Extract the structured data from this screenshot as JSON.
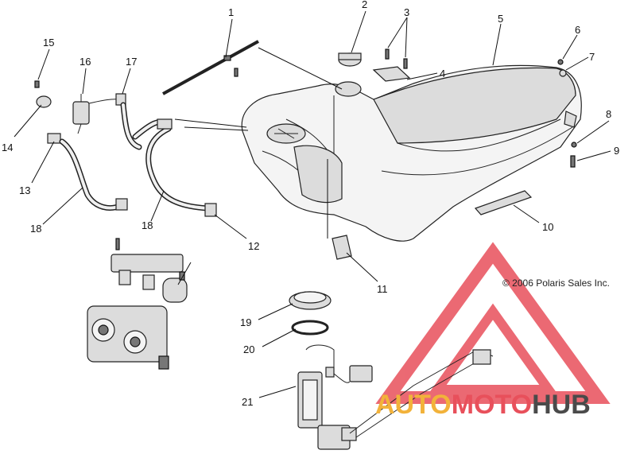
{
  "copyright": "© 2006 Polaris Sales Inc.",
  "watermark": {
    "part1": "AUTO",
    "part2": "MOTO",
    "part3": "HUB",
    "colors": {
      "auto": "#f2b23a",
      "moto": "#e8505b",
      "hub": "#4a4a4a",
      "triangle": "#e8505b"
    }
  },
  "callouts": [
    {
      "id": "1",
      "text": "1"
    },
    {
      "id": "2",
      "text": "2"
    },
    {
      "id": "3",
      "text": "3"
    },
    {
      "id": "4",
      "text": "4"
    },
    {
      "id": "5",
      "text": "5"
    },
    {
      "id": "6",
      "text": "6"
    },
    {
      "id": "7",
      "text": "7"
    },
    {
      "id": "8",
      "text": "8"
    },
    {
      "id": "9",
      "text": "9"
    },
    {
      "id": "10",
      "text": "10"
    },
    {
      "id": "11",
      "text": "11"
    },
    {
      "id": "12",
      "text": "12"
    },
    {
      "id": "13",
      "text": "13"
    },
    {
      "id": "14",
      "text": "14"
    },
    {
      "id": "15",
      "text": "15"
    },
    {
      "id": "16",
      "text": "16"
    },
    {
      "id": "17",
      "text": "17"
    },
    {
      "id": "18a",
      "text": "18"
    },
    {
      "id": "18b",
      "text": "18"
    },
    {
      "id": "19",
      "text": "19"
    },
    {
      "id": "20",
      "text": "20"
    },
    {
      "id": "21",
      "text": "21"
    }
  ]
}
